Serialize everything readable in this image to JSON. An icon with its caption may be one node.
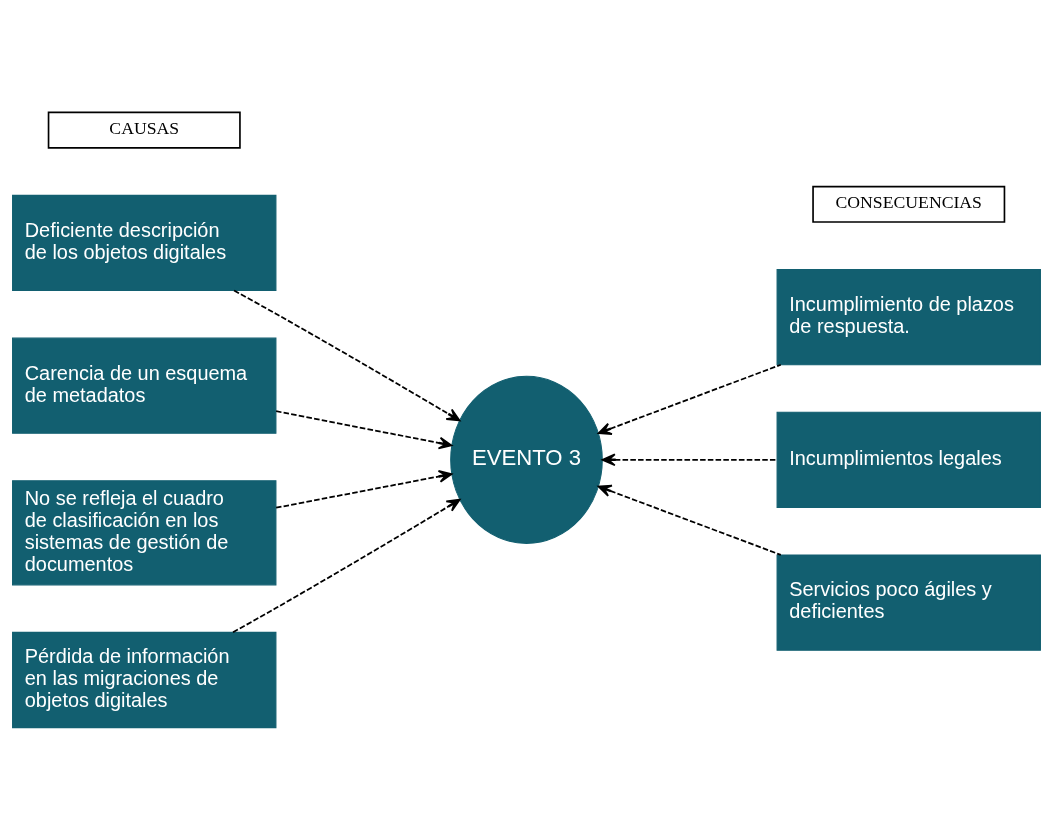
{
  "diagram": {
    "nodes": [
      {
        "text": [
          "CAUSAS"
        ]
      },
      {
        "text": [
          "CONSECUENCIAS"
        ]
      },
      {
        "text": [
          "Deficiente descripción de los objetos digitales"
        ]
      },
      {
        "text": [
          "Carencia de un esquema de metadatos"
        ]
      },
      {
        "text": [
          "No se refleja el cuadro de clasificación en los sistemas de gestión de documentos"
        ]
      },
      {
        "text": [
          "Pérdida de información en las migraciones de objetos digitales"
        ]
      },
      {
        "text": [
          "EVENTO 3"
        ]
      },
      {
        "text": [
          "Incumplimiento de plazos de respuesta."
        ]
      },
      {
        "text": [
          "Incumplimientos legales"
        ]
      },
      {
        "text": [
          "Servicios poco ágiles y deficientes"
        ]
      }
    ],
    "edges": [
      {
        "from": 2,
        "to": 6,
        "arrow": "to",
        "style": "dashed"
      },
      {
        "from": 3,
        "to": 6,
        "arrow": "to",
        "style": "dashed"
      },
      {
        "from": 4,
        "to": 6,
        "arrow": "to",
        "style": "dashed"
      },
      {
        "from": 5,
        "to": 6,
        "arrow": "to",
        "style": "dashed"
      },
      {
        "from": 7,
        "to": 6,
        "arrow": "to",
        "style": "dashed"
      },
      {
        "from": 8,
        "to": 6,
        "arrow": "to",
        "style": "dashed"
      },
      {
        "from": 9,
        "to": 6,
        "arrow": "to",
        "style": "dashed"
      }
    ]
  }
}
